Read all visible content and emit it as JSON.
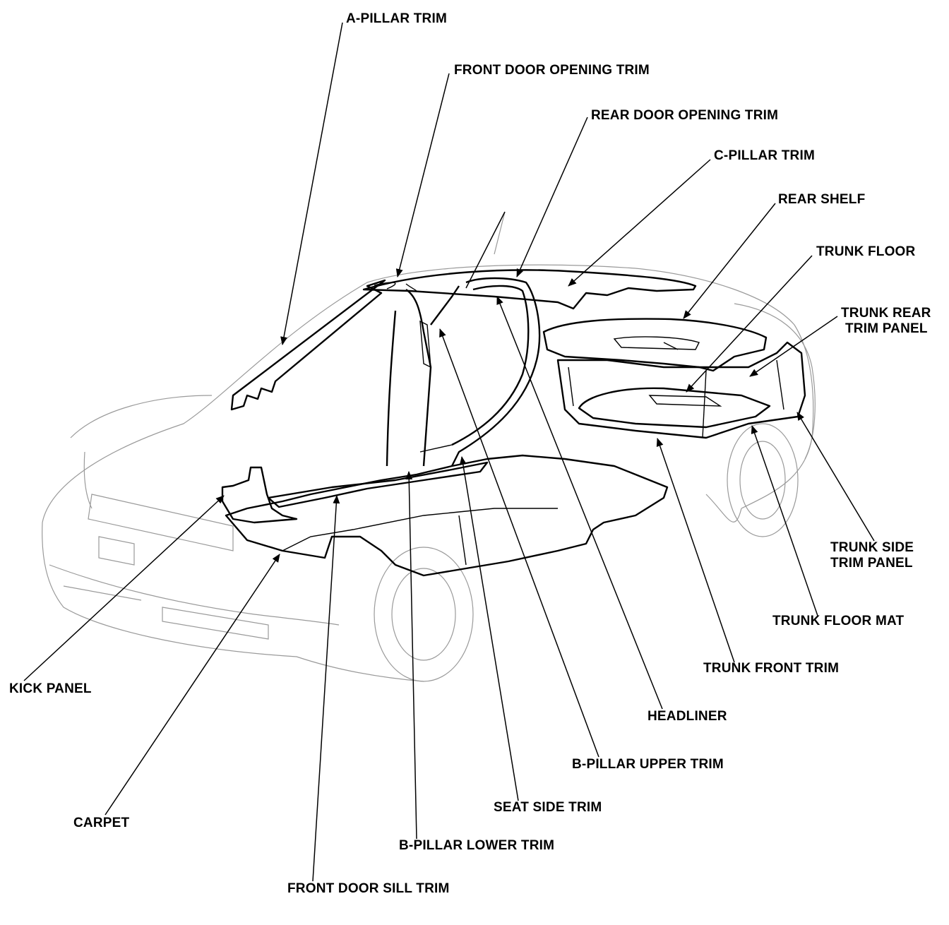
{
  "labels": {
    "a_pillar_trim": "A-PILLAR TRIM",
    "front_door_opening_trim": "FRONT DOOR OPENING TRIM",
    "rear_door_opening_trim": "REAR DOOR OPENING TRIM",
    "c_pillar_trim": "C-PILLAR TRIM",
    "rear_shelf": "REAR SHELF",
    "trunk_floor": "TRUNK FLOOR",
    "trunk_rear_trim_panel_1": "TRUNK REAR",
    "trunk_rear_trim_panel_2": "TRIM PANEL",
    "trunk_side_trim_panel_1": "TRUNK SIDE",
    "trunk_side_trim_panel_2": "TRIM PANEL",
    "trunk_floor_mat": "TRUNK FLOOR MAT",
    "trunk_front_trim": "TRUNK FRONT TRIM",
    "headliner": "HEADLINER",
    "b_pillar_upper_trim": "B-PILLAR UPPER TRIM",
    "seat_side_trim": "SEAT SIDE TRIM",
    "b_pillar_lower_trim": "B-PILLAR LOWER TRIM",
    "front_door_sill_trim": "FRONT DOOR SILL TRIM",
    "carpet": "CARPET",
    "kick_panel": "KICK PANEL"
  }
}
